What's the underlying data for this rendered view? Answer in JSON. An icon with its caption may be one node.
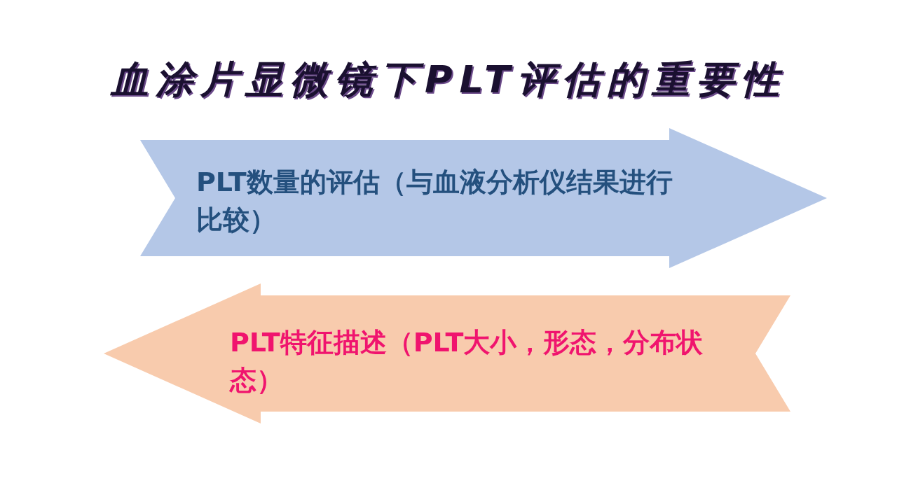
{
  "diagram": {
    "title": "血涂片显微镜下PLT评估的重要性",
    "nodes": [
      {
        "text": [
          "PLT数量的评估（与血液分析仪结果进行比较）"
        ]
      },
      {
        "text": [
          "PLT特征描述（PLT大小，形态，分布状态）"
        ]
      }
    ],
    "edges": []
  }
}
